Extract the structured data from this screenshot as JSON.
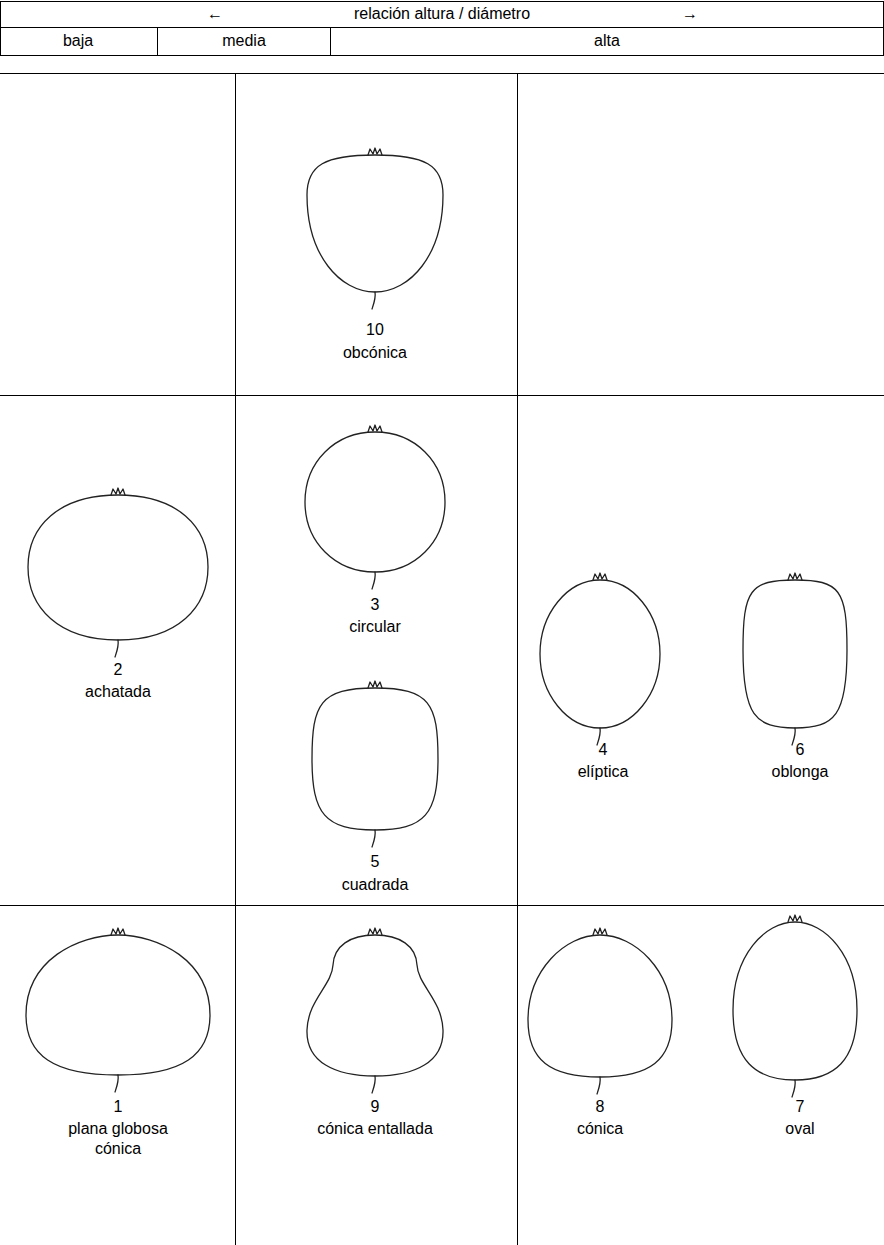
{
  "diagram": {
    "labels": [
      "←",
      "relación altura / diámetro",
      "→",
      "baja",
      "media",
      "alta",
      "10",
      "obcónica",
      "2",
      "achatada",
      "3",
      "circular",
      "5",
      "cuadrada",
      "4",
      "elíptica",
      "6",
      "oblonga",
      "1",
      "plana globosa cónica",
      "9",
      "cónica entallada",
      "8",
      "cónica",
      "7",
      "oval"
    ]
  }
}
